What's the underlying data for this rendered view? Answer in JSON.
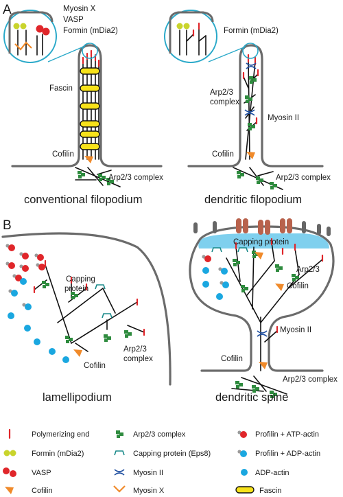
{
  "panels": {
    "A": "A",
    "B": "B"
  },
  "conventional": {
    "caption": "conventional filopodium",
    "zoom_labels": [
      "Myosin X",
      "VASP",
      "Formin (mDia2)"
    ],
    "fascin": "Fascin",
    "cofilin": "Cofilin",
    "arp": "Arp2/3 complex"
  },
  "dendritic": {
    "caption": "dendritic filopodium",
    "formin": "Formin (mDia2)",
    "arp_top_line1": "Arp2/3",
    "arp_top_line2": "complex",
    "myosin": "Myosin II",
    "cofilin": "Cofilin",
    "arp": "Arp2/3 complex"
  },
  "lamellipodium": {
    "caption": "lamellipodium",
    "capping_line1": "Capping",
    "capping_line2": "protein",
    "cofilin": "Cofilin",
    "arp_line1": "Arp2/3",
    "arp_line2": "complex"
  },
  "spine": {
    "caption": "dendritic spine",
    "capping": "Capping protein",
    "arp_top": "Arp2/3",
    "cofilin_top": "Cofilin",
    "myosin": "Myosin II",
    "cofilin": "Cofilin",
    "arp": "Arp2/3 complex"
  },
  "legend": {
    "polymerizing_end": "Polymerizing end",
    "formin": "Formin (mDia2)",
    "vasp": "VASP",
    "cofilin": "Cofilin",
    "arp": "Arp2/3 complex",
    "capping": "Capping protein (Eps8)",
    "myosin2": "Myosin II",
    "myosinx": "Myosin X",
    "profilin_atp": "Profilin + ATP-actin",
    "profilin_adp": "Profilin + ADP-actin",
    "adp_actin": "ADP-actin",
    "fascin": "Fascin"
  },
  "colors": {
    "membrane": "#6b6b6b",
    "actin": "#111111",
    "tip": "#e0262a",
    "formin": "#c9d42c",
    "vasp": "#e0262a",
    "arp": "#2e8b3e",
    "cofilin": "#f08a2a",
    "fascin": "#f7e21a",
    "capping": "#1a8a8a",
    "myosin": "#1f4fa0",
    "adp": "#1aa7e0",
    "profilin": "#9a9a9a",
    "cap_fluid": "#7fd0ee",
    "receptor": "#b8624c",
    "zoom": "#2aa9c9"
  }
}
